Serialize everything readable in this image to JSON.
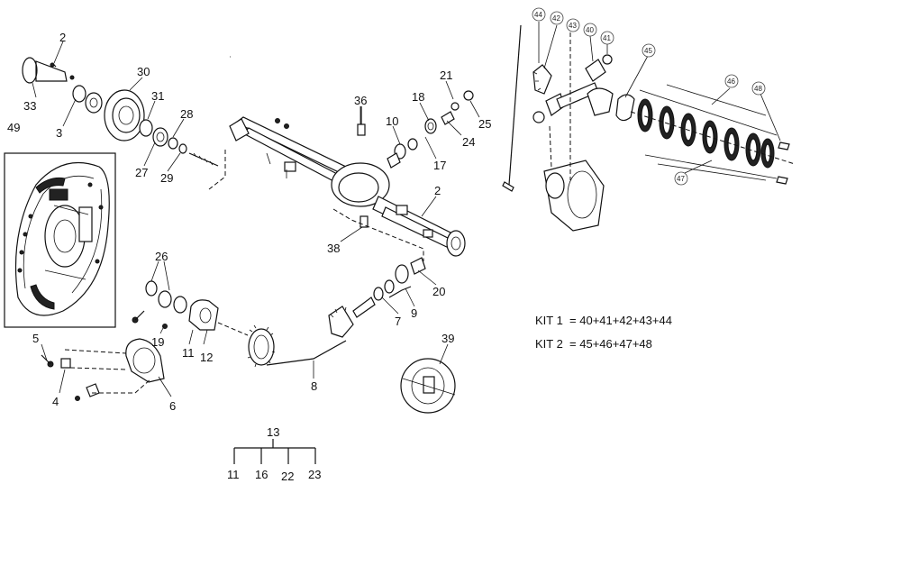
{
  "callouts": {
    "c2a": "2",
    "c33": "33",
    "c3": "3",
    "c30": "30",
    "c31": "31",
    "c28": "28",
    "c27": "27",
    "c29": "29",
    "c49": "49",
    "c36": "36",
    "c10": "10",
    "c18": "18",
    "c21": "21",
    "c25": "25",
    "c24": "24",
    "c17": "17",
    "c2b": "2",
    "c38": "38",
    "c26": "26",
    "c19": "19",
    "c11a": "11",
    "c12": "12",
    "c5": "5",
    "c4": "4",
    "c6": "6",
    "c8": "8",
    "c7": "7",
    "c9": "9",
    "c20": "20",
    "c39": "39",
    "c13": "13",
    "c11b": "11",
    "c16": "16",
    "c22": "22",
    "c23": "23"
  },
  "circled_callouts": {
    "k44": "44",
    "k42": "42",
    "k43": "43",
    "k40": "40",
    "k41": "41",
    "k45": "45",
    "k46": "46",
    "k48": "48",
    "k47": "47"
  },
  "kits": {
    "kit1": "KIT 1  = 40+41+42+43+44",
    "kit2": "KIT 2  = 45+46+47+48"
  }
}
